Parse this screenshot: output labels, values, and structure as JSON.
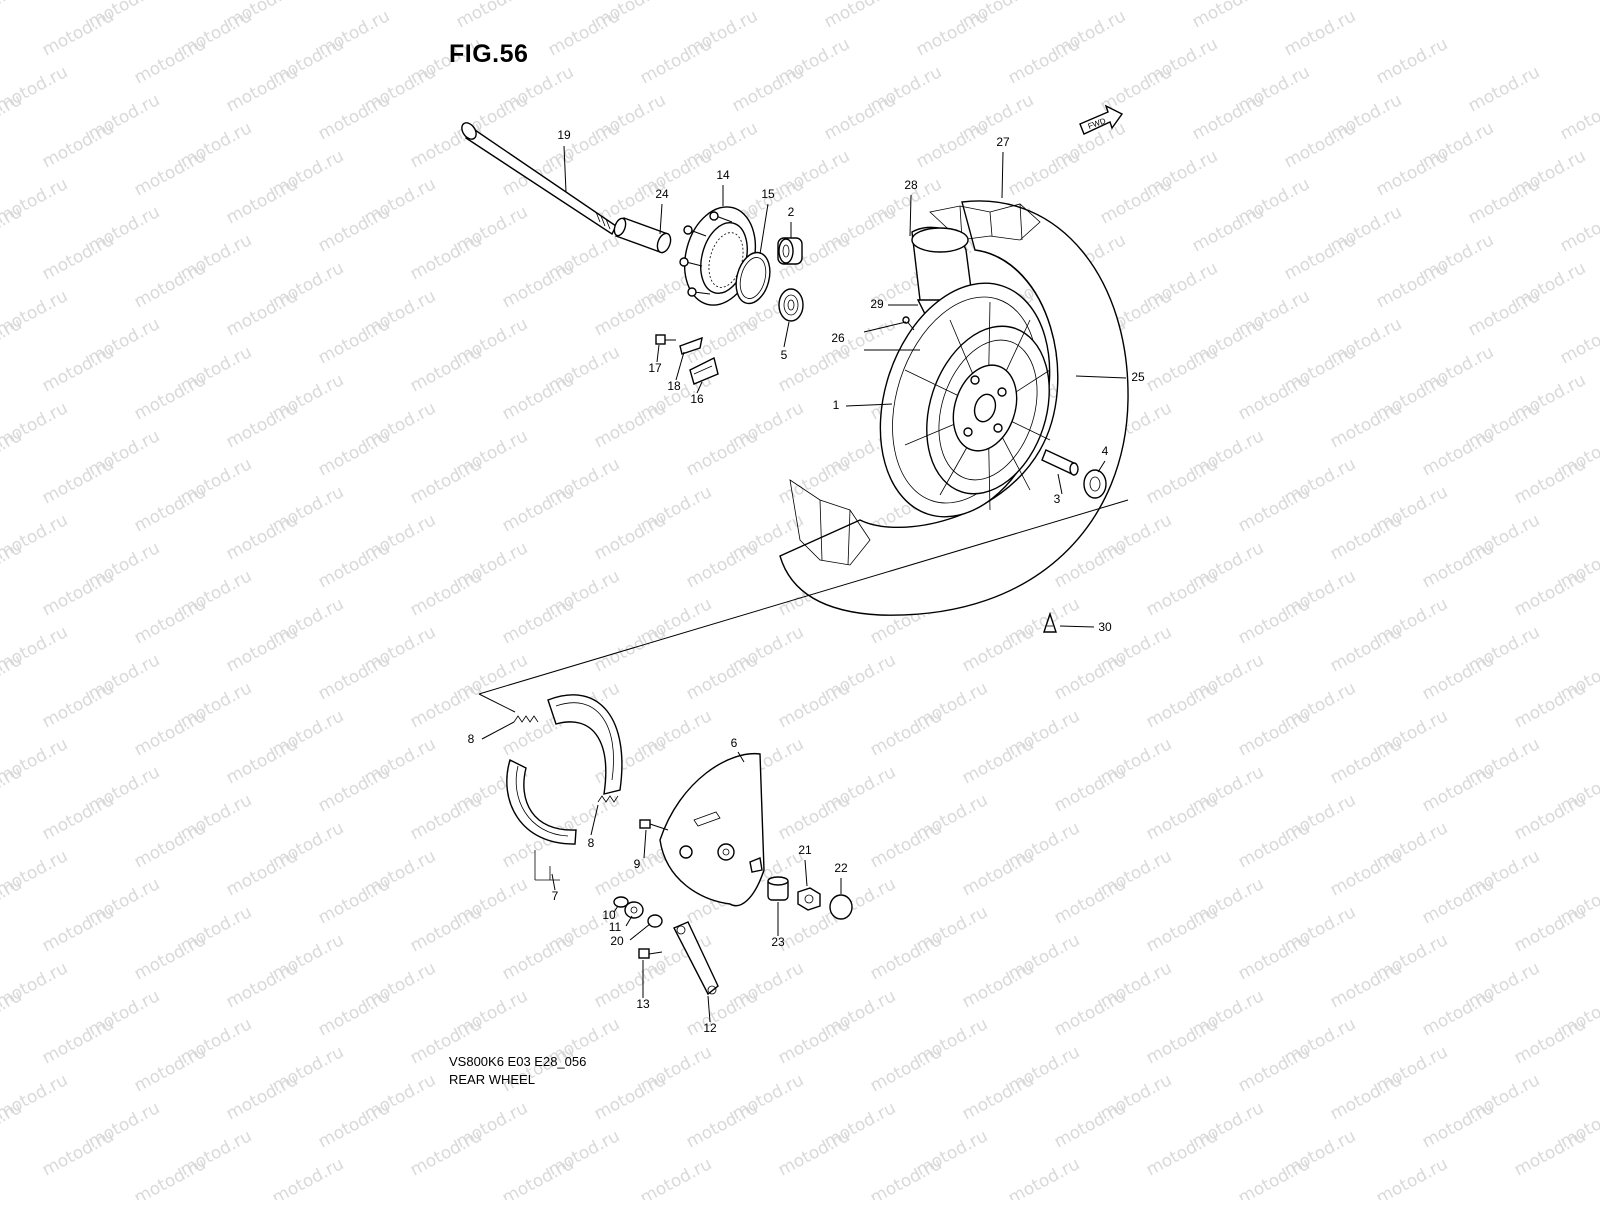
{
  "figure": {
    "title": "FIG.56",
    "code": "VS800K6 E03 E28_056",
    "name": "REAR WHEEL",
    "fwd_label": "FWD",
    "watermark": "motod.ru"
  },
  "callouts": [
    {
      "id": "1",
      "label": "1"
    },
    {
      "id": "2",
      "label": "2"
    },
    {
      "id": "3",
      "label": "3"
    },
    {
      "id": "4",
      "label": "4"
    },
    {
      "id": "5",
      "label": "5"
    },
    {
      "id": "6",
      "label": "6"
    },
    {
      "id": "7",
      "label": "7"
    },
    {
      "id": "8a",
      "label": "8"
    },
    {
      "id": "8b",
      "label": "8"
    },
    {
      "id": "9",
      "label": "9"
    },
    {
      "id": "10",
      "label": "10"
    },
    {
      "id": "11",
      "label": "11"
    },
    {
      "id": "12",
      "label": "12"
    },
    {
      "id": "13",
      "label": "13"
    },
    {
      "id": "14",
      "label": "14"
    },
    {
      "id": "15",
      "label": "15"
    },
    {
      "id": "16",
      "label": "16"
    },
    {
      "id": "17",
      "label": "17"
    },
    {
      "id": "18",
      "label": "18"
    },
    {
      "id": "19",
      "label": "19"
    },
    {
      "id": "20",
      "label": "20"
    },
    {
      "id": "21",
      "label": "21"
    },
    {
      "id": "22",
      "label": "22"
    },
    {
      "id": "23",
      "label": "23"
    },
    {
      "id": "24",
      "label": "24"
    },
    {
      "id": "25",
      "label": "25"
    },
    {
      "id": "26",
      "label": "26"
    },
    {
      "id": "27",
      "label": "27"
    },
    {
      "id": "28",
      "label": "28"
    },
    {
      "id": "29",
      "label": "29"
    },
    {
      "id": "30",
      "label": "30"
    }
  ]
}
